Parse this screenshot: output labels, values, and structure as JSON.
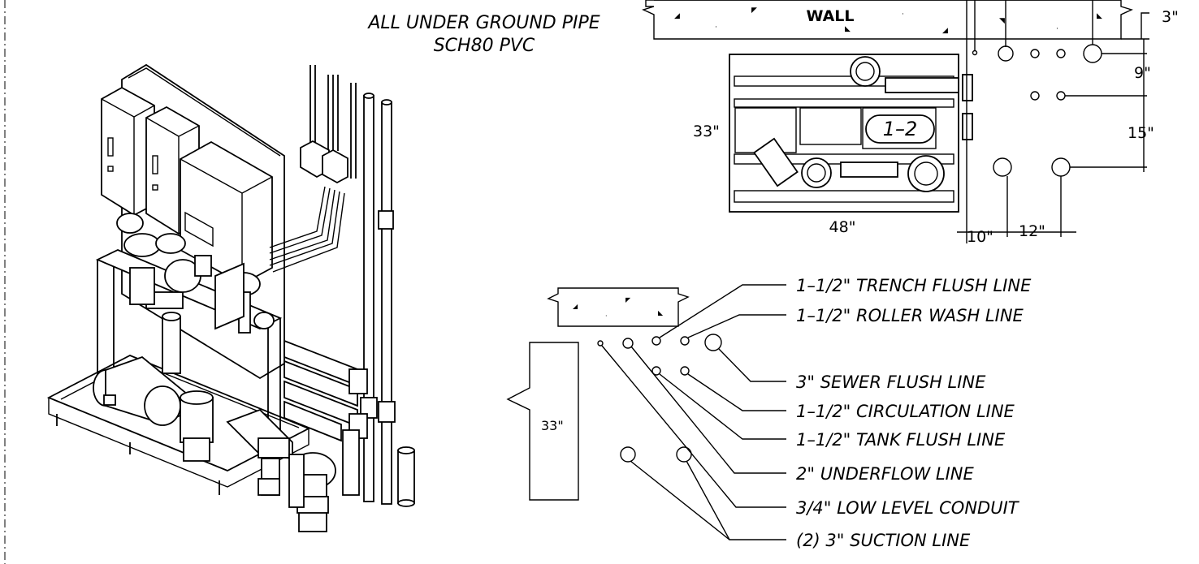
{
  "general_note": {
    "line1": "ALL UNDER GROUND PIPE",
    "line2": "SCH80 PVC"
  },
  "plan_view": {
    "wall_label": "WALL",
    "unit_tag": "1–2",
    "dim_unit_depth": "33\"",
    "dim_unit_width": "48\"",
    "dim_wall_offset": "3\"",
    "dim_row1": "9\"",
    "dim_row2": "15\"",
    "dim_col1": "10\"",
    "dim_col2": "12\""
  },
  "section_view": {
    "dim_depth": "33\""
  },
  "callouts": [
    {
      "label": "1–1/2\" TRENCH FLUSH LINE"
    },
    {
      "label": "1–1/2\" ROLLER WASH LINE"
    },
    {
      "label": "3\" SEWER FLUSH LINE"
    },
    {
      "label": "1–1/2\" CIRCULATION LINE"
    },
    {
      "label": "1–1/2\" TANK FLUSH LINE"
    },
    {
      "label": "2\" UNDERFLOW LINE"
    },
    {
      "label": "3/4\" LOW LEVEL CONDUIT"
    },
    {
      "label": "(2) 3\" SUCTION LINE"
    }
  ]
}
